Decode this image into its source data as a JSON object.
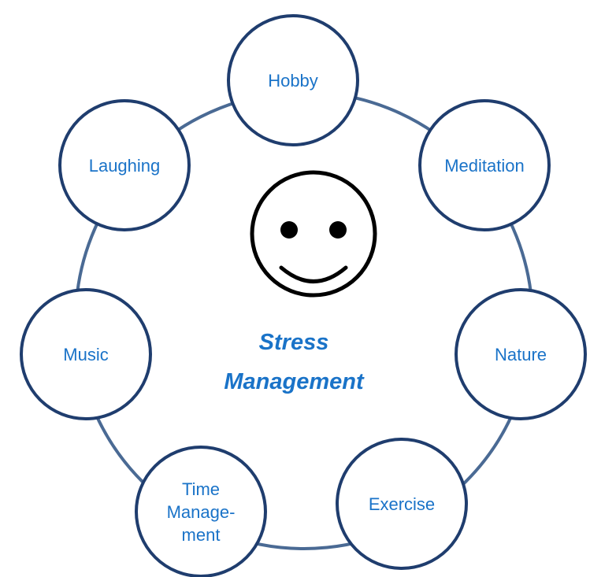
{
  "center": {
    "line1": "Stress",
    "line2": "Management",
    "icon": "smiley-face-icon"
  },
  "nodes": [
    {
      "id": "hobby",
      "lines": [
        "Hobby"
      ]
    },
    {
      "id": "meditation",
      "lines": [
        "Meditation"
      ]
    },
    {
      "id": "nature",
      "lines": [
        "Nature"
      ]
    },
    {
      "id": "exercise",
      "lines": [
        "Exercise"
      ]
    },
    {
      "id": "time-management",
      "lines": [
        "Time",
        "Manage-",
        "ment"
      ]
    },
    {
      "id": "music",
      "lines": [
        "Music"
      ]
    },
    {
      "id": "laughing",
      "lines": [
        "Laughing"
      ]
    }
  ],
  "colors": {
    "node_text": "#1a73c8",
    "node_border": "#1f3d6e",
    "ring": "#4a6a94"
  }
}
